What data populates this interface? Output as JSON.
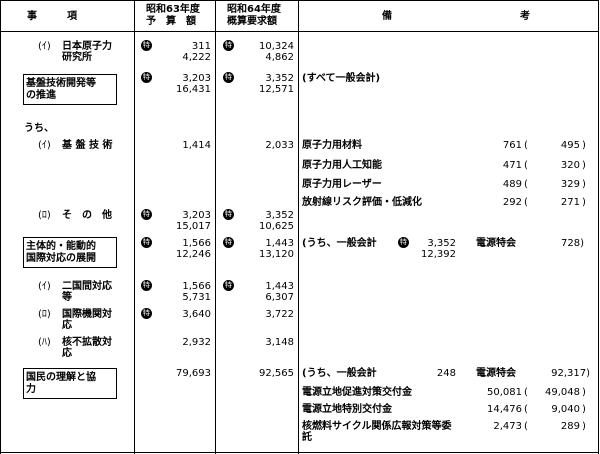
{
  "header": {
    "col_item": "事　　　項",
    "col_fy63": [
      "昭和63年度",
      "予　算　額"
    ],
    "col_fy64": [
      "昭和64年度",
      "概算要求額"
    ],
    "col_bi": "備",
    "col_ko": "考"
  },
  "mark_label": "特",
  "rows": {
    "jaeri": {
      "marker": "(ｲ)",
      "label": [
        "日本原子力",
        "研究所"
      ],
      "fy63": [
        "311",
        "4,222"
      ],
      "fy64": [
        "10,324",
        "4,862"
      ]
    },
    "basic_research": {
      "label": [
        "基盤技術開発等",
        "の推進"
      ],
      "fy63": [
        "3,203",
        "16,431"
      ],
      "fy64": [
        "3,352",
        "12,571"
      ],
      "note": "(すべて一般会計)"
    },
    "uchi1": "うち、",
    "kiban": {
      "marker": "(ｲ)",
      "label": "基 盤 技 術",
      "fy63": "1,414",
      "fy64": "2,033"
    },
    "kiban_notes": [
      {
        "name": "原子力用材料",
        "v1": "761",
        "v2": "495"
      },
      {
        "name": "原子力用人工知能",
        "v1": "471",
        "v2": "320"
      },
      {
        "name": "原子力用レーザー",
        "v1": "489",
        "v2": "329"
      },
      {
        "name": "放射線リスク評価・低減化",
        "v1": "292",
        "v2": "271"
      }
    ],
    "sonota": {
      "marker": "(ﾛ)",
      "label": "そ　の　他",
      "fy63": [
        "3,203",
        "15,017"
      ],
      "fy64": [
        "3,352",
        "10,625"
      ]
    },
    "intl": {
      "label": [
        "主体的・能動的",
        "国際対応の展開"
      ],
      "fy63": [
        "1,566",
        "12,246"
      ],
      "fy64": [
        "1,443",
        "13,120"
      ],
      "note_pre": "(うち、一般会計",
      "note_v1": "3,352",
      "note_v2": "12,392",
      "note_mid": "電源特会",
      "note_v3": "728)"
    },
    "bilateral": {
      "marker": "(ｲ)",
      "label": [
        "二国間対応",
        "等"
      ],
      "fy63": [
        "1,566",
        "5,731"
      ],
      "fy64": [
        "1,443",
        "6,307"
      ]
    },
    "intl_org": {
      "marker": "(ﾛ)",
      "label": [
        "国際機関対",
        "応"
      ],
      "fy63": "3,640",
      "fy64": "3,722"
    },
    "nonprolif": {
      "marker": "(ﾊ)",
      "label": [
        "核不拡散対",
        "応"
      ],
      "fy63": "2,932",
      "fy64": "3,148"
    },
    "public": {
      "label": [
        "国民の理解と協",
        "力"
      ],
      "fy63": "79,693",
      "fy64": "92,565",
      "note_pre": "(うち、一般会計",
      "note_v1": "248",
      "note_mid": "電源特会",
      "note_v2": "92,317)"
    },
    "public_notes": [
      {
        "name": "電源立地促進対策交付金",
        "v1": "50,081",
        "v2": "49,048"
      },
      {
        "name": "電源立地特別交付金",
        "v1": "14,476",
        "v2": "9,040"
      },
      {
        "name": [
          "核燃料サイクル関係広報対策等委",
          "託"
        ],
        "v1": "2,473",
        "v2": "289"
      }
    ]
  }
}
